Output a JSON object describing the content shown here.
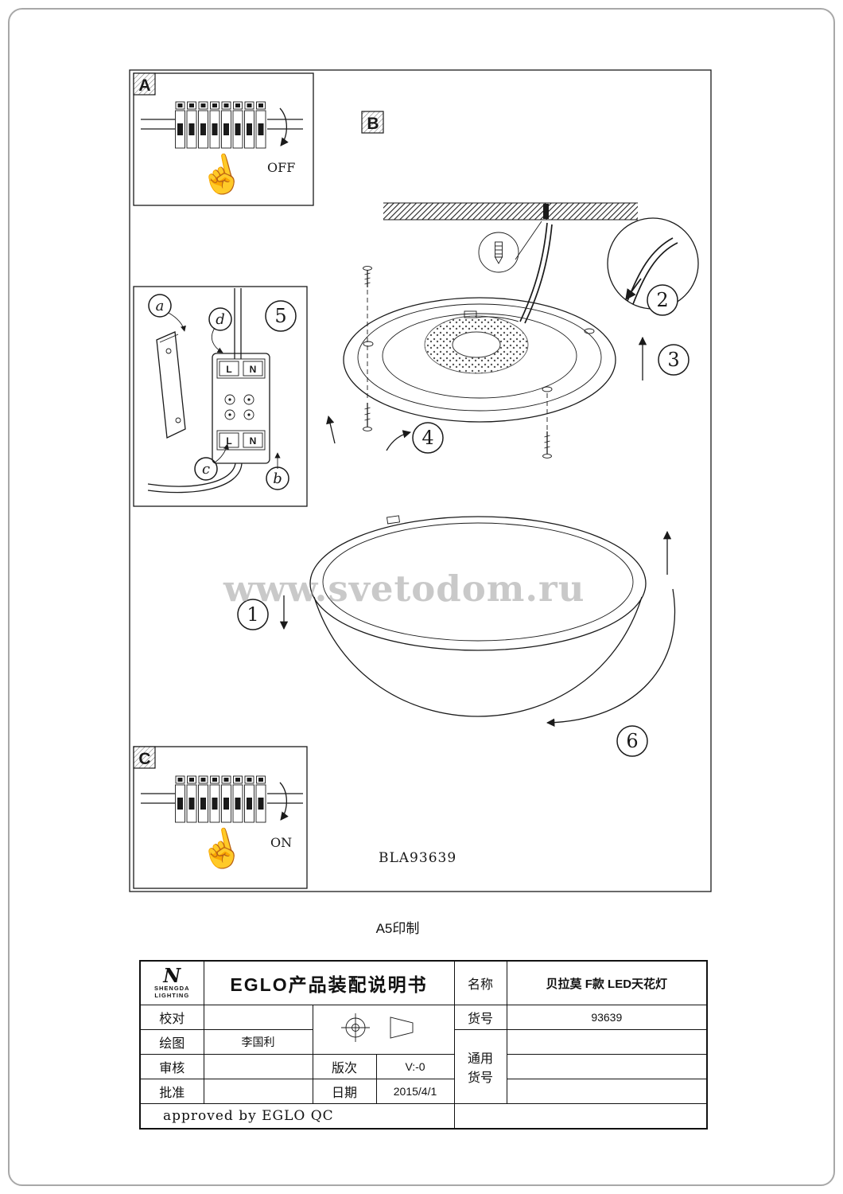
{
  "page": {
    "watermark": "www.svetodom.ru",
    "print_note": "A5印制",
    "drawing_code": "BLA93639"
  },
  "panel_a": {
    "label": "A",
    "state": "OFF"
  },
  "panel_b": {
    "label": "B"
  },
  "panel_c": {
    "label": "C",
    "state": "ON"
  },
  "steps": {
    "s1": "1",
    "s2": "2",
    "s3": "3",
    "s4": "4",
    "s5": "5",
    "s6": "6"
  },
  "wiring_detail": {
    "callout_a": "a",
    "callout_b": "b",
    "callout_c": "c",
    "callout_d": "d",
    "terminal_top": {
      "l": "L",
      "n": "N"
    },
    "terminal_bottom": {
      "l": "L",
      "n": "N"
    }
  },
  "title_block": {
    "logo": {
      "initial": "N",
      "line1": "SHENGDA",
      "line2": "LIGHTING"
    },
    "doc_title": "EGLO产品装配说明书",
    "labels": {
      "check": "校对",
      "draw": "绘图",
      "review": "审核",
      "approve": "批准",
      "version": "版次",
      "date": "日期",
      "name": "名称",
      "item_no": "货号",
      "common_1": "通用",
      "common_2": "货号"
    },
    "values": {
      "draw": "李国利",
      "version": "V:-0",
      "date": "2015/4/1",
      "name": "贝拉莫 F款 LED天花灯",
      "item_no": "93639"
    },
    "approved": "approved by EGLO QC"
  }
}
